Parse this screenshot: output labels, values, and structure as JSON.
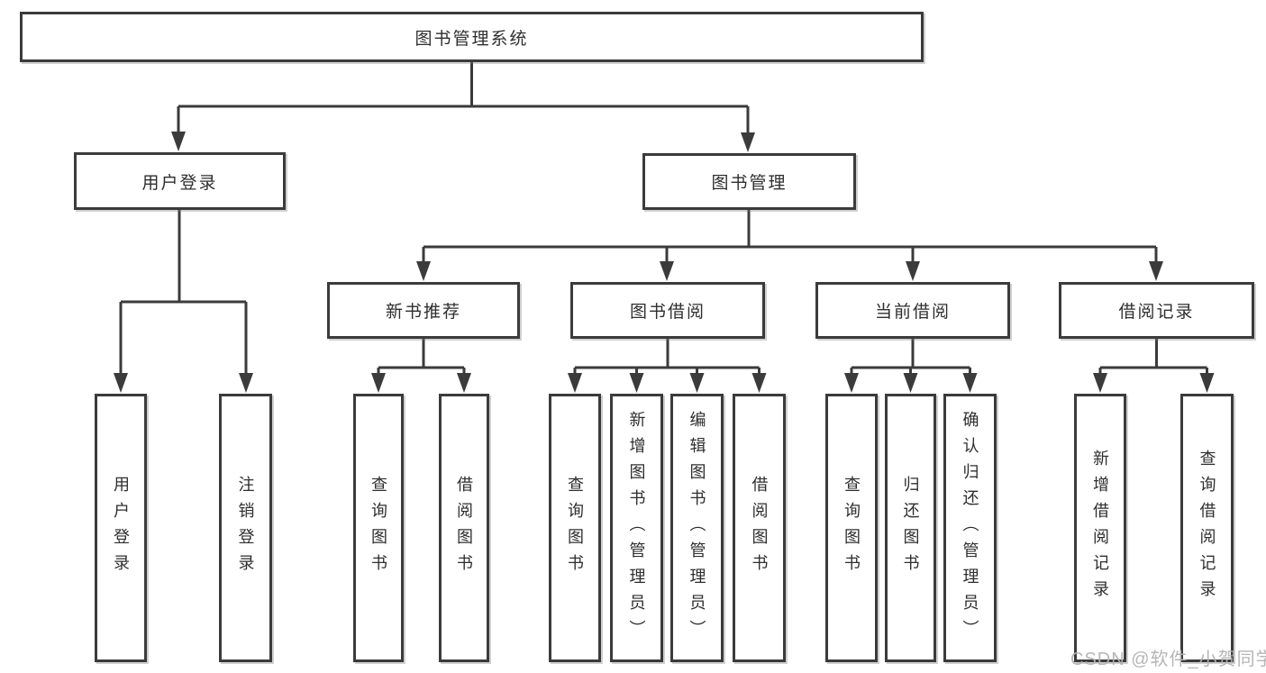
{
  "diagram": {
    "root": {
      "label": "图书管理系统"
    },
    "branches": [
      {
        "label": "用户登录",
        "children": [
          {
            "label": "用户登录"
          },
          {
            "label": "注销登录"
          }
        ]
      },
      {
        "label": "图书管理",
        "children": [
          {
            "label": "新书推荐",
            "children": [
              {
                "label": "查询图书"
              },
              {
                "label": "借阅图书"
              }
            ]
          },
          {
            "label": "图书借阅",
            "children": [
              {
                "label": "查询图书"
              },
              {
                "label": "新增图书（管理员）"
              },
              {
                "label": "编辑图书（管理员）"
              },
              {
                "label": "借阅图书"
              }
            ]
          },
          {
            "label": "当前借阅",
            "children": [
              {
                "label": "查询图书"
              },
              {
                "label": "归还图书"
              },
              {
                "label": "确认归还（管理员）"
              }
            ]
          },
          {
            "label": "借阅记录",
            "children": [
              {
                "label": "新增借阅记录"
              },
              {
                "label": "查询借阅记录"
              }
            ]
          }
        ]
      }
    ]
  },
  "watermark": {
    "text": "CSDN @软件_小贺同学"
  },
  "colors": {
    "line": "#3b3b3b",
    "text": "#2e2e2e",
    "watermark": "#b2b2b2",
    "background": "#ffffff"
  }
}
